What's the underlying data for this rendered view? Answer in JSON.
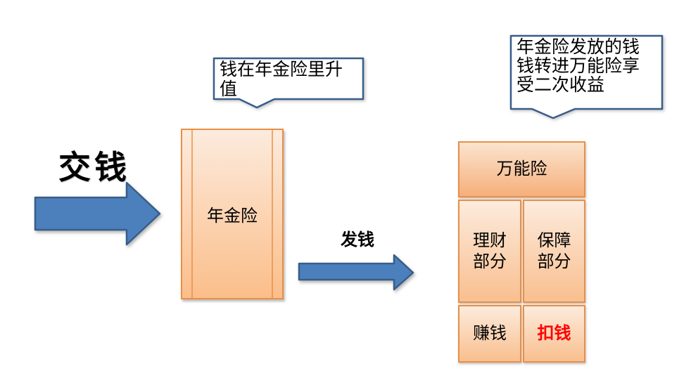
{
  "diagram": {
    "pay_label": "交钱",
    "distribute_label": "发钱",
    "callout_appreciate": "钱在年金险里升\n值",
    "callout_transfer": "年金险发放的钱\n钱转进万能险享\n受二次收益",
    "annuity_box_label": "年金险",
    "universal": {
      "header": "万能险",
      "finance_cell": "理财\n部分",
      "protection_cell": "保障\n部分",
      "earn_cell": "赚钱",
      "deduct_cell": "扣钱"
    }
  },
  "colors": {
    "arrow_fill": "#4C80BC",
    "arrow_stroke": "#385D8A",
    "callout_stroke": "#385D8A",
    "orange_border": "#E98F47",
    "cell_top": "#FCEBDD",
    "cell_bottom": "#F9BF8F",
    "deduct_text": "#FF0000"
  }
}
